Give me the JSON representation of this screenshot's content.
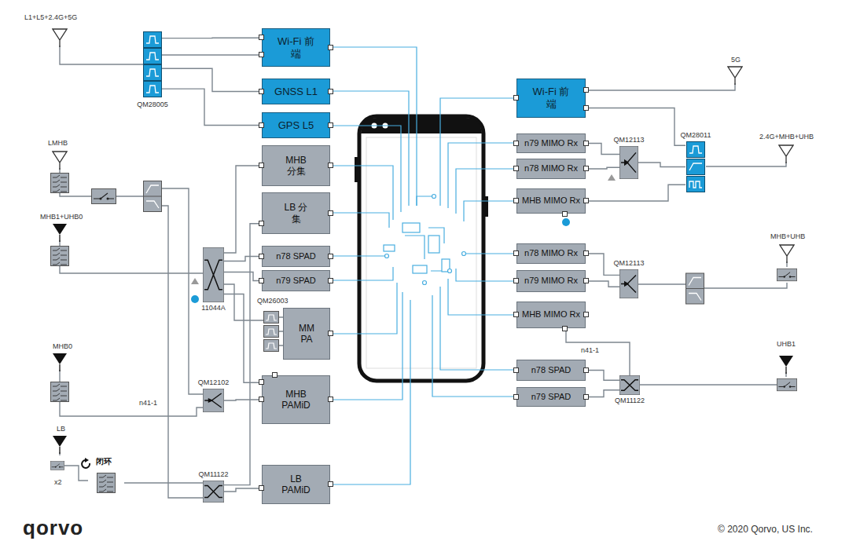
{
  "diagram": {
    "nodes": [
      {
        "text": [
          "QM28005"
        ]
      },
      {
        "text": [
          "Wi-Fi 前端"
        ]
      },
      {
        "text": [
          "GNSS L1"
        ]
      },
      {
        "text": [
          "GPS L5"
        ]
      },
      {
        "text": [
          "MHB 分集"
        ]
      },
      {
        "text": [
          "LB 分集"
        ]
      },
      {
        "text": [
          "n78 SPAD"
        ]
      },
      {
        "text": [
          "n79 SPAD"
        ]
      },
      {
        "text": [
          "MM PA"
        ]
      },
      {
        "text": [
          "MHB PAMiD"
        ]
      },
      {
        "text": [
          "LB PAMiD"
        ]
      },
      {
        "text": [
          "11044A"
        ]
      },
      {
        "text": [
          "QM12102"
        ]
      },
      {
        "text": [
          "QM11122"
        ]
      },
      {
        "text": [
          "Wi-Fi 前端"
        ]
      },
      {
        "text": [
          "n79 MIMO Rx"
        ]
      },
      {
        "text": [
          "n78 MIMO Rx"
        ]
      },
      {
        "text": [
          "MHB MIMO Rx"
        ]
      },
      {
        "text": [
          "n78 MIMO Rx"
        ]
      },
      {
        "text": [
          "n79 MIMO Rx"
        ]
      },
      {
        "text": [
          "MHB MIMO Rx"
        ]
      },
      {
        "text": [
          "n78 SPAD"
        ]
      },
      {
        "text": [
          "n79 SPAD"
        ]
      },
      {
        "text": [
          "QM12113"
        ]
      },
      {
        "text": [
          "QM28011"
        ]
      },
      {
        "text": [
          "QM12113"
        ]
      },
      {
        "text": [
          "QM11122"
        ]
      }
    ],
    "edges": [
      {
        "from": 0,
        "to": 1,
        "arrow": "none"
      },
      {
        "from": 0,
        "to": 2,
        "arrow": "none"
      },
      {
        "from": 0,
        "to": 3,
        "arrow": "none"
      },
      {
        "from": 11,
        "to": 4,
        "arrow": "none"
      },
      {
        "from": 11,
        "to": 6,
        "arrow": "none"
      },
      {
        "from": 11,
        "to": 7,
        "arrow": "none"
      },
      {
        "from": 11,
        "to": 9,
        "arrow": "none"
      },
      {
        "from": 12,
        "to": 9,
        "arrow": "none"
      },
      {
        "from": 13,
        "to": 10,
        "arrow": "none"
      },
      {
        "from": 13,
        "to": 5,
        "arrow": "none"
      },
      {
        "from": 23,
        "to": 15,
        "arrow": "none"
      },
      {
        "from": 23,
        "to": 16,
        "arrow": "none"
      },
      {
        "from": 24,
        "to": 23,
        "arrow": "none"
      },
      {
        "from": 24,
        "to": 17,
        "arrow": "none"
      },
      {
        "from": 24,
        "to": 14,
        "arrow": "none"
      },
      {
        "from": 25,
        "to": 18,
        "arrow": "none"
      },
      {
        "from": 25,
        "to": 19,
        "arrow": "none"
      },
      {
        "from": 26,
        "to": 21,
        "arrow": "none"
      },
      {
        "from": 26,
        "to": 22,
        "arrow": "none"
      }
    ],
    "labels": [
      "L1+L5+2.4G+5G",
      "LMHB",
      "MHB1+UHB0",
      "QM26003",
      "n41-1",
      "MHB0",
      "LB",
      "闭环",
      "x2",
      "5G",
      "2.4G+MHB+UHB",
      "MHB+UHB",
      "n41-1",
      "UHB1",
      "qorvo",
      "© 2020 Qorvo, US Inc."
    ]
  }
}
